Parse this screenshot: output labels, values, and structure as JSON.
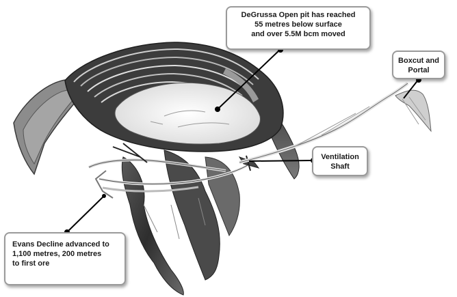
{
  "callouts": {
    "pit": {
      "lines": [
        "DeGrussa Open pit has reached",
        "55 metres below surface",
        "and over 5.5M bcm moved"
      ]
    },
    "boxcut": {
      "lines": [
        "Boxcut and",
        "Portal"
      ]
    },
    "ventilation": {
      "lines": [
        "Ventilation",
        "Shaft"
      ]
    },
    "evans": {
      "lines": [
        "Evans Decline advanced to",
        "1,100 metres, 200 metres",
        "to first ore"
      ]
    }
  }
}
